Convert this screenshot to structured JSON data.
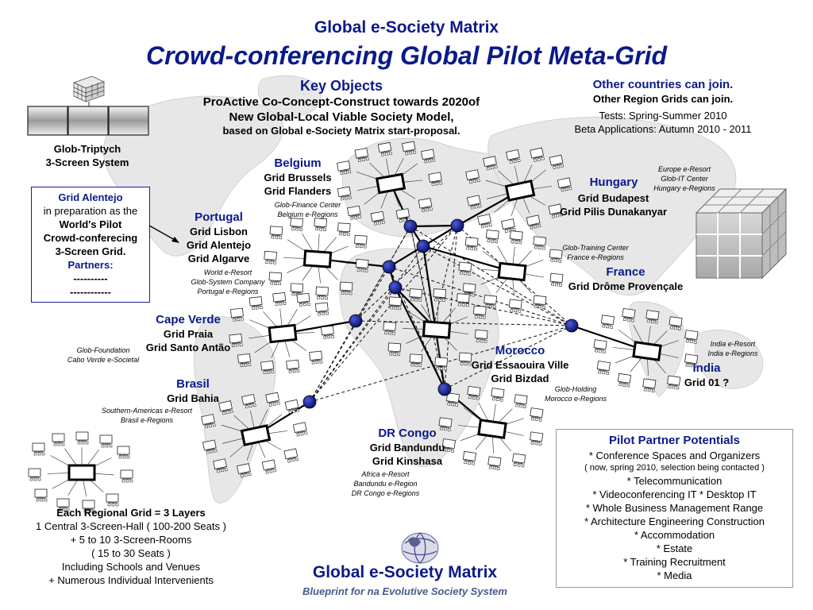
{
  "header": {
    "title": "Global e-Society Matrix",
    "subtitle": "Crowd-conferencing Global Pilot Meta-Grid"
  },
  "key_objects": {
    "title": "Key Objects",
    "line1": "ProActive Co-Concept-Construct towards 2020of",
    "line2": "New Global-Local Viable Society Model,",
    "line3": "based on Global e-Society Matrix start-proposal."
  },
  "other": {
    "title": "Other countries can join.",
    "line1": "Other Region Grids can join.",
    "line2": "Tests: Spring-Summer 2010",
    "line3": "Beta Applications: Autumn 2010 - 2011"
  },
  "triptych": {
    "line1": "Glob-Triptych",
    "line2": "3-Screen System"
  },
  "alentejo_box": {
    "title": "Grid Alentejo",
    "line1": "in preparation as the",
    "line2": "World's Pilot",
    "line3": "Crowd-conferecing",
    "line4": "3-Screen Grid.",
    "partners": "Partners:",
    "dash1": "----------",
    "dash2": "------------"
  },
  "regions": {
    "belgium": {
      "name": "Belgium",
      "g1": "Grid Brussels",
      "g2": "Grid Flanders",
      "n1": "Glob-Finance Center",
      "n2": "Belgium e-Regions"
    },
    "portugal": {
      "name": "Portugal",
      "g1": "Grid Lisbon",
      "g2": "Grid Alentejo",
      "g3": "Grid Algarve",
      "n1": "World e-Resort",
      "n2": "Glob-System Company",
      "n3": "Portugal e-Regions"
    },
    "hungary": {
      "name": "Hungary",
      "g1": "Grid Budapest",
      "g2": "Grid Pilis Dunakanyar",
      "n1": "Europe e-Resort",
      "n2": "Glob-IT Center",
      "n3": "Hungary e-Regions"
    },
    "france": {
      "name": "France",
      "g1": "Grid Drôme Provençale",
      "n1": "Glob-Training Center",
      "n2": "France e-Regions"
    },
    "capeverde": {
      "name": "Cape Verde",
      "g1": "Grid Praia",
      "g2": "Grid Santo Antão",
      "n1": "Glob-Foundation",
      "n2": "Cabo Verde e-Societal"
    },
    "morocco": {
      "name": "Morocco",
      "g1": "Grid Essaouira Ville",
      "g2": "Grid Bizdad",
      "n1": "Glob-Holding",
      "n2": "Morocco e-Regions"
    },
    "india": {
      "name": "India",
      "g1": "Grid 01 ?",
      "n1": "India e-Resort",
      "n2": "India e-Regions"
    },
    "brasil": {
      "name": "Brasil",
      "g1": "Grid Bahia",
      "n1": "Southern-Americas e-Resort",
      "n2": "Brasil e-Regions"
    },
    "drcongo": {
      "name": "DR Congo",
      "g1": "Grid Bandundu",
      "g2": "Grid Kinshasa",
      "n1": "Africa e-Resort",
      "n2": "Bandundu e-Region",
      "n3": "DR Congo e-Regions"
    }
  },
  "partners_box": {
    "title": "Pilot Partner Potentials",
    "items": [
      "* Conference Spaces and Organizers",
      "( now, spring 2010, selection being contacted )",
      "* Telecommunication",
      "* Videoconferencing IT * Desktop IT",
      "* Whole Business Management Range",
      "* Architecture Engineering Construction",
      "* Accommodation",
      "* Estate",
      "* Training Recruitment",
      "* Media"
    ]
  },
  "layers": {
    "title": "Each Regional Grid = 3 Layers",
    "l1": "1 Central 3-Screen-Hall ( 100-200 Seats )",
    "l2": "+ 5 to 10 3-Screen-Rooms",
    "l3": "( 15 to 30 Seats )",
    "l4": "Including Schools and Venues",
    "l5": "+ Numerous Individual Intervenients"
  },
  "footer": {
    "title": "Global e-Society Matrix",
    "subtitle": "Blueprint for na Evolutive Society System"
  },
  "colors": {
    "navy": "#0b1a8a",
    "node": "#0a1470",
    "map": "#e6e6e6"
  }
}
